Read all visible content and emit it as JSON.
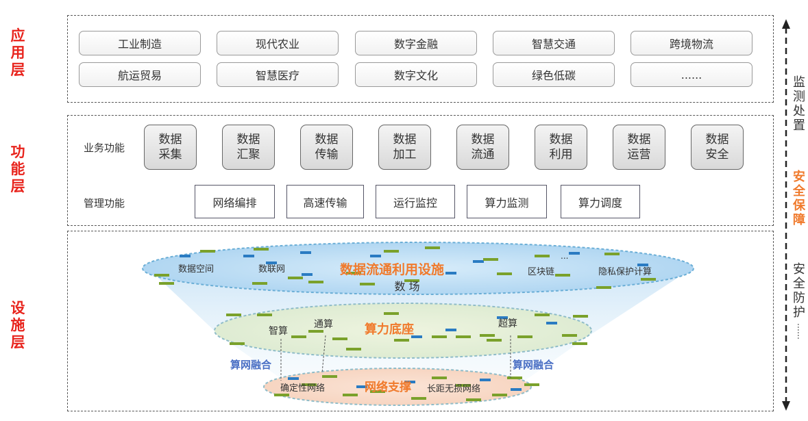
{
  "layers": {
    "application": "应用层",
    "function": "功能层",
    "infrastructure": "设施层"
  },
  "applications": [
    "工业制造",
    "现代农业",
    "数字金融",
    "智慧交通",
    "跨境物流",
    "航运贸易",
    "智慧医疗",
    "数字文化",
    "绿色低碳",
    "......"
  ],
  "business": {
    "label": "业务功能",
    "items": [
      "数据采集",
      "数据汇聚",
      "数据传输",
      "数据加工",
      "数据流通",
      "数据利用",
      "数据运营",
      "数据安全"
    ]
  },
  "management": {
    "label": "管理功能",
    "items": [
      "网络编排",
      "高速传输",
      "运行监控",
      "算力监测",
      "算力调度"
    ]
  },
  "infrastructure": {
    "data_facility": {
      "title": "数据流通利用设施",
      "subtitle": "数 场",
      "items": [
        "数据空间",
        "数联网",
        "区块链",
        "隐私保护计算"
      ],
      "ellipsis": "..."
    },
    "compute": {
      "title": "算力底座",
      "items": [
        "智算",
        "通算",
        "超算"
      ]
    },
    "network": {
      "title": "网络支撑",
      "items": [
        "确定性网络",
        "长距无损网络"
      ]
    },
    "fusion_left": "算网融合",
    "fusion_right": "算网融合"
  },
  "security": {
    "monitor": "监测处置",
    "title": "安全保障",
    "protect": "安全防护",
    "more": "……"
  },
  "colors": {
    "layer_label": "#e8231c",
    "orange_title": "#f07a2c",
    "fusion_blue": "#4a6fc4",
    "bar_green": "#7aa12b",
    "bar_blue": "#2a7bc2"
  }
}
